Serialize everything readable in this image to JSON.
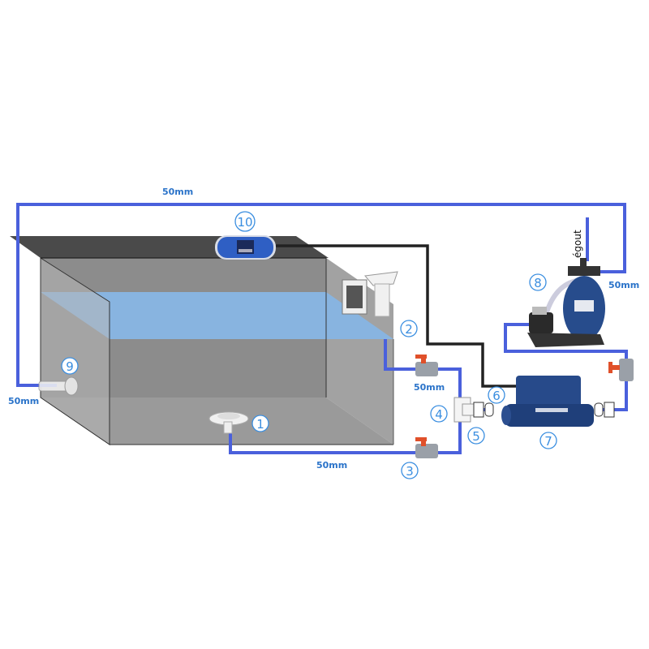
{
  "diagram": {
    "pipe_labels": {
      "top": "50mm",
      "left": "50mm",
      "bottom": "50mm",
      "skimmer": "50mm",
      "filter": "50mm"
    },
    "drain_label": "égout",
    "components": [
      "1",
      "2",
      "3",
      "4",
      "5",
      "6",
      "7",
      "8",
      "9",
      "10"
    ],
    "colors": {
      "pipe": "#4a60dc",
      "label": "#2a73c9",
      "water": "#88b4e0",
      "cable": "#222222"
    }
  }
}
